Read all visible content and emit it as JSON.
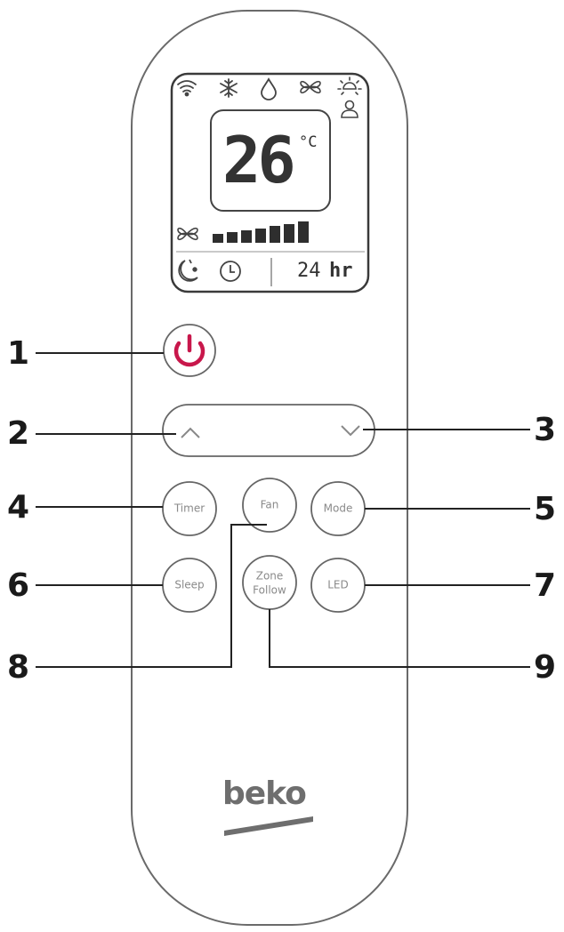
{
  "diagram": {
    "subject": "Air conditioner remote control",
    "brand": "beko",
    "colors": {
      "outline": "#555555",
      "callout_line": "#222222",
      "power_icon": "#c8174b",
      "button_text": "#8a8a8a",
      "lcd_segments": "#333333"
    }
  },
  "display": {
    "top_icons": [
      "wifi-icon",
      "snowflake-icon",
      "drop-icon",
      "fan-icon",
      "sun-icon"
    ],
    "person_icon": "person-icon",
    "temperature": "26",
    "unit": "°C",
    "fan_speed_bars": 7,
    "bottom_icons": [
      "sleep-moon-icon",
      "clock-icon"
    ],
    "timer_value": "24",
    "timer_unit": "hr"
  },
  "buttons": {
    "power": {
      "icon": "power-icon",
      "callout": "1"
    },
    "up": {
      "icon": "chevron-up-icon",
      "callout": "2"
    },
    "down": {
      "icon": "chevron-down-icon",
      "callout": "3"
    },
    "timer": {
      "label": "Timer",
      "callout": "4"
    },
    "mode": {
      "label": "Mode",
      "callout": "5"
    },
    "sleep": {
      "label": "Sleep",
      "callout": "6"
    },
    "led": {
      "label": "LED",
      "callout": "7"
    },
    "fan": {
      "label": "Fan",
      "callout": "8"
    },
    "zone_follow": {
      "label_line1": "Zone",
      "label_line2": "Follow",
      "callout": "9"
    }
  },
  "callouts": [
    "1",
    "2",
    "3",
    "4",
    "5",
    "6",
    "7",
    "8",
    "9"
  ]
}
